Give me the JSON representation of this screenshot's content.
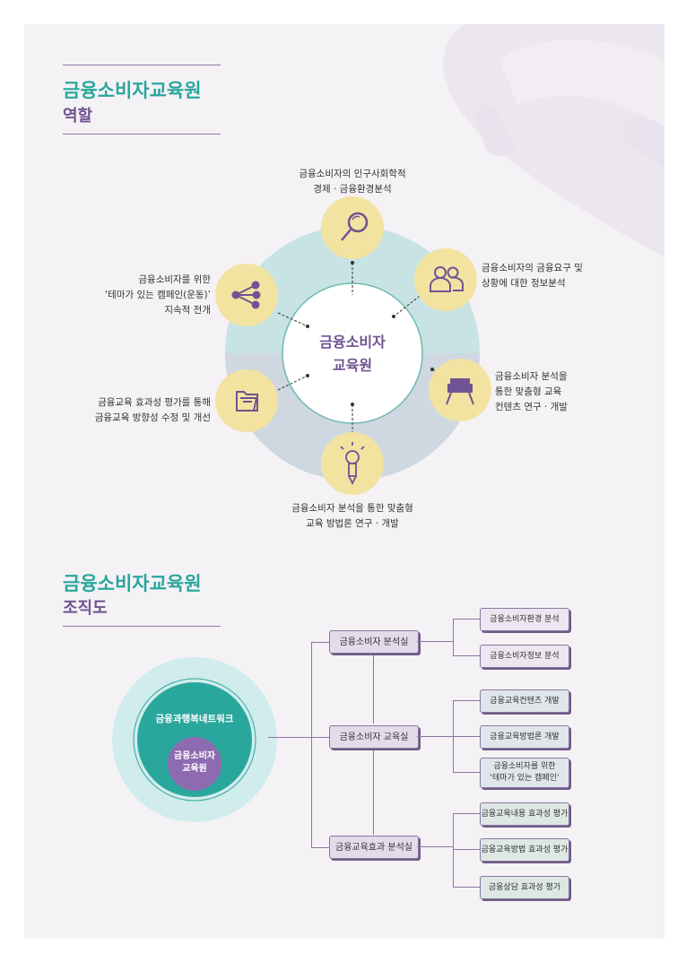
{
  "section1": {
    "title": "금융소비자교육원",
    "subtitle": "역할",
    "center_lines": [
      "금융소비자",
      "교육원"
    ],
    "nodes": [
      {
        "icon": "magnifier-icon",
        "lines": [
          "금융소비자의 인구사회학적",
          "경제 · 금융환경분석"
        ]
      },
      {
        "icon": "people-icon",
        "lines": [
          "금융소비자의 금융요구 및",
          "상황에 대한 정보분석"
        ]
      },
      {
        "icon": "printer-icon",
        "lines": [
          "금융소비자 분석을",
          "통한 맞춤형 교육",
          "컨텐츠 연구 · 개발"
        ]
      },
      {
        "icon": "lightbulb-pencil-icon",
        "lines": [
          "금융소비자 분석을 통한 맞춤형",
          "교육 방법론 연구 · 개발"
        ]
      },
      {
        "icon": "folder-icon",
        "lines": [
          "금융교육 효과성 평가를 통해",
          "금융교육 방향성 수정 및 개선"
        ]
      },
      {
        "icon": "share-icon",
        "lines": [
          "금융소비자를 위한",
          "‘테마가 있는 캠페인(운동)’",
          "지속적 전개"
        ]
      }
    ]
  },
  "section2": {
    "title": "금융소비자교육원",
    "subtitle": "조직도",
    "outer_label": "금융과행복네트워크",
    "inner_lines": [
      "금융소비자",
      "교육원"
    ],
    "departments": [
      {
        "label": "금융소비자 분석실",
        "teams": [
          [
            "금융소비자환경 분석"
          ],
          [
            "금융소비자정보 분석"
          ]
        ]
      },
      {
        "label": "금융소비자 교육실",
        "teams": [
          [
            "금융교육컨텐츠 개발"
          ],
          [
            "금융교육방법론 개발"
          ],
          [
            "금융소비자를 위한",
            "‘테마가 있는 캠페인’"
          ]
        ]
      },
      {
        "label": "금융교육효과 분석실",
        "teams": [
          [
            "금융교육내용 효과성 평가"
          ],
          [
            "금융교육방법 효과성 평가"
          ],
          [
            "금융상담 효과성 평가"
          ]
        ]
      }
    ]
  },
  "colors": {
    "teal": "#2aa79d",
    "purple": "#6f5392",
    "yellow_circle": "#f2e3a1",
    "ring_teal": "#bfe0e0",
    "ring_purple": "#d9d0e2"
  }
}
